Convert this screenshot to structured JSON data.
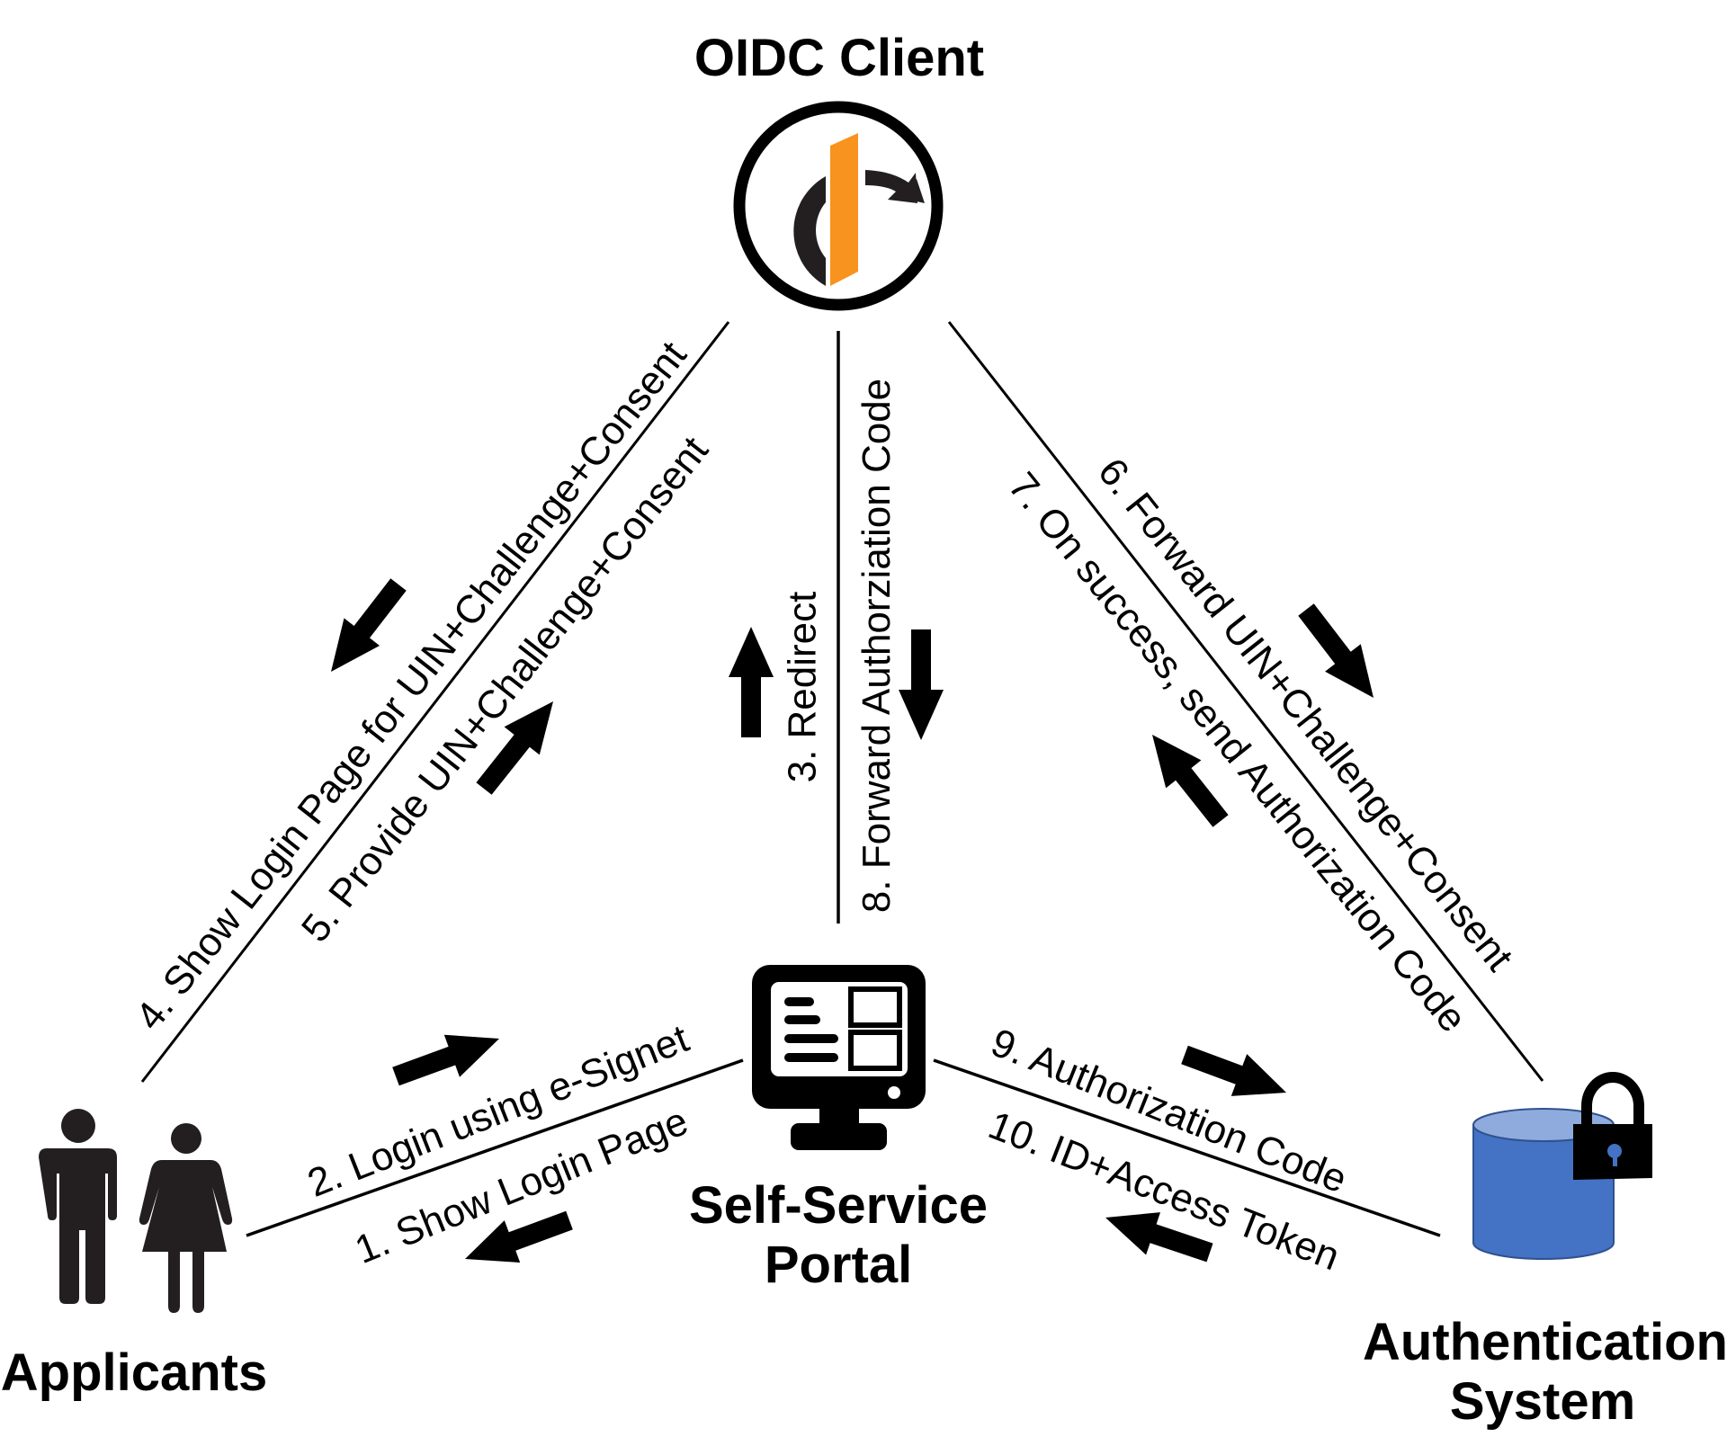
{
  "nodes": {
    "oidc_client": {
      "title": "OIDC Client",
      "icon": "openid-logo-icon"
    },
    "self_service_portal": {
      "title_line1": "Self-Service",
      "title_line2": "Portal",
      "icon": "monitor-dashboard-icon"
    },
    "applicants": {
      "title": "Applicants",
      "icon": "people-man-woman-icon"
    },
    "authentication_system": {
      "title_line1": "Authentication",
      "title_line2": "System",
      "icon": "locked-database-icon"
    }
  },
  "steps": [
    {
      "id": 1,
      "label": "1. Show Login Page",
      "from": "Self-Service Portal",
      "to": "Applicants"
    },
    {
      "id": 2,
      "label": "2. Login using e-Signet",
      "from": "Applicants",
      "to": "Self-Service Portal"
    },
    {
      "id": 3,
      "label": "3. Redirect",
      "from": "Self-Service Portal",
      "to": "OIDC Client"
    },
    {
      "id": 4,
      "label": "4. Show Login Page for UIN+Challenge+Consent",
      "from": "OIDC Client",
      "to": "Applicants"
    },
    {
      "id": 5,
      "label": "5. Provide UIN+Challenge+Consent",
      "from": "Applicants",
      "to": "OIDC Client"
    },
    {
      "id": 6,
      "label": "6. Forward UIN+Challenge+Consent",
      "from": "OIDC Client",
      "to": "Authentication System"
    },
    {
      "id": 7,
      "label": "7. On success, send Authorization Code",
      "from": "Authentication System",
      "to": "OIDC Client"
    },
    {
      "id": 8,
      "label": "8. Forward Authorziation Code",
      "from": "OIDC Client",
      "to": "Self-Service Portal"
    },
    {
      "id": 9,
      "label": "9. Authorization Code",
      "from": "Self-Service Portal",
      "to": "Authentication System"
    },
    {
      "id": 10,
      "label": "10. ID+Access Token",
      "from": "Authentication System",
      "to": "Self-Service Portal"
    }
  ],
  "colors": {
    "openid_orange": "#F7931E",
    "database_blue": "#4472C4",
    "database_top": "#8FAADC",
    "ink": "#000000"
  }
}
